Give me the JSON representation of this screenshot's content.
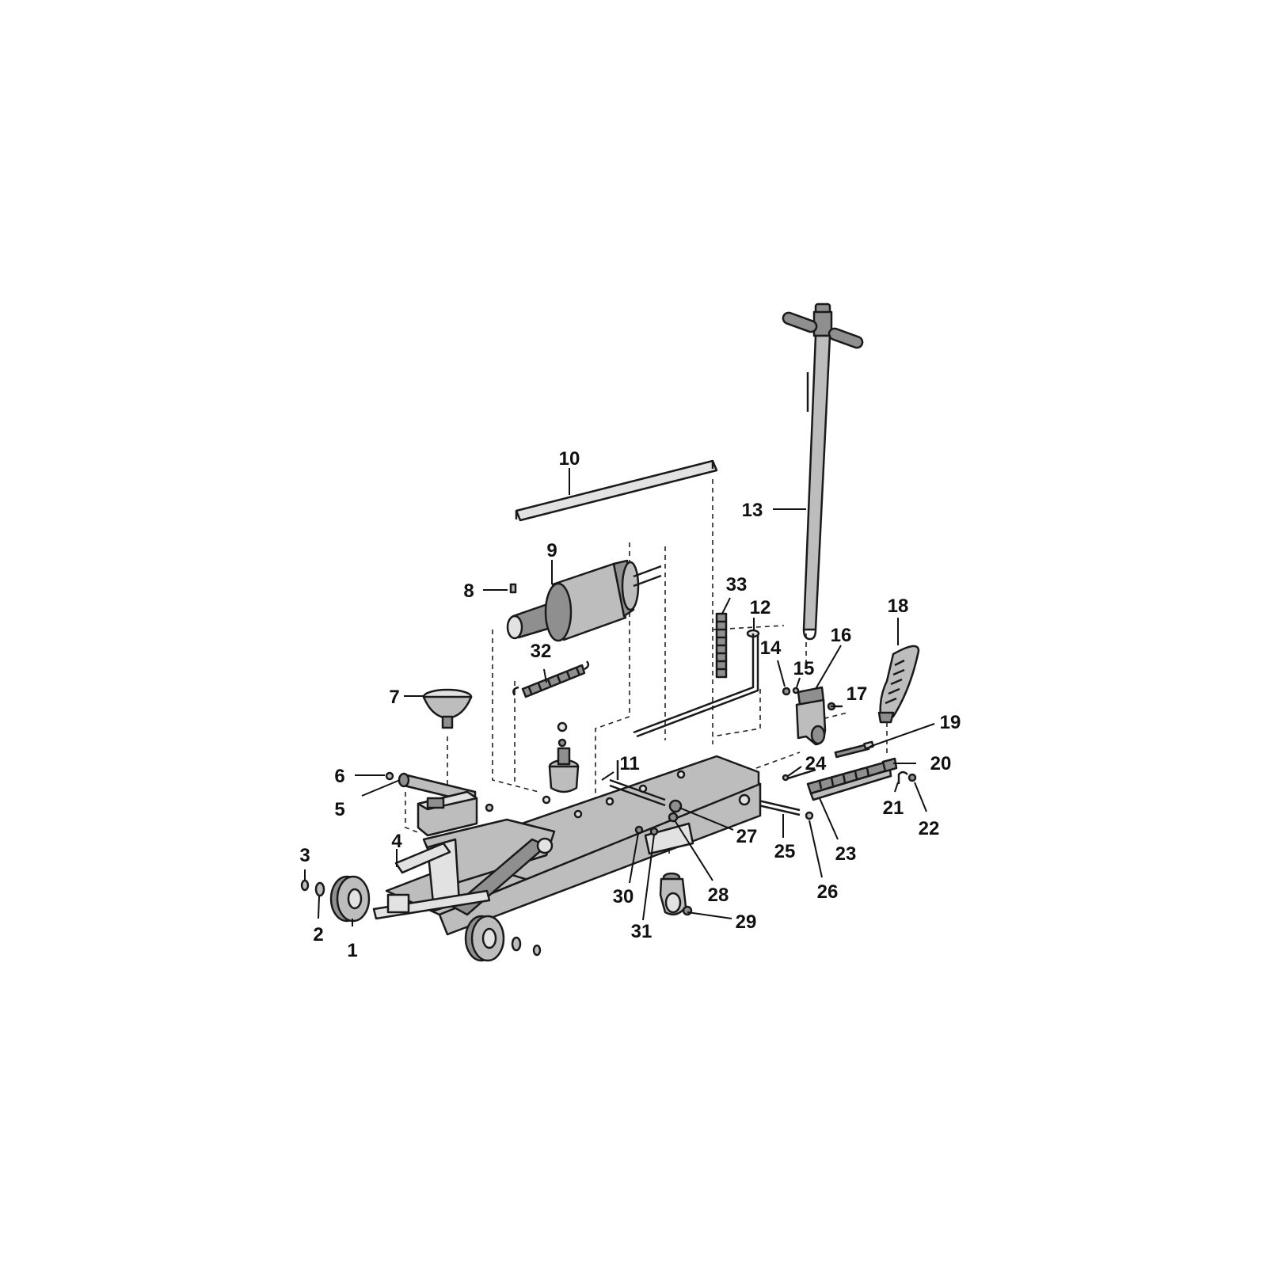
{
  "callouts": [
    "1",
    "2",
    "3",
    "4",
    "5",
    "6",
    "7",
    "8",
    "9",
    "10",
    "11",
    "12",
    "13",
    "14",
    "15",
    "16",
    "17",
    "18",
    "19",
    "20",
    "21",
    "22",
    "23",
    "24",
    "25",
    "26",
    "27",
    "28",
    "29",
    "30",
    "31",
    "32",
    "33"
  ],
  "colors": {
    "line": "#1a1a1a",
    "metal": "#bdbdbd",
    "shadow": "#8f8f8f",
    "background": "#ffffff"
  }
}
